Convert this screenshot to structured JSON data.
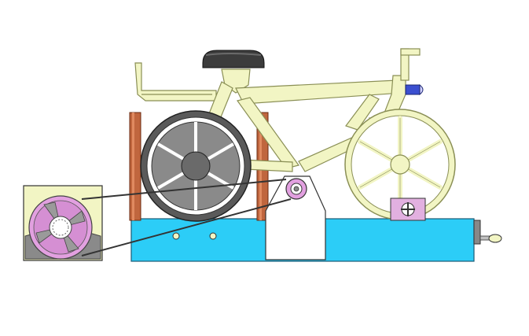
{
  "diagram": {
    "kind": "mechanical assembly drawing",
    "colors": {
      "frame": "#f2f5c4",
      "frame_stroke": "#8a8f55",
      "base": "#2ccdf7",
      "wheel_dark": "#5a5a5a",
      "wheel_light": "#9a9a9a",
      "post": "#c0663e",
      "bracket": "#e6e6e6",
      "pulley": "#e2a0e0",
      "seat": "#3c3c3c",
      "lamp": "#3b4fd0",
      "inset_bg": "#f2f5c4"
    },
    "components": [
      "detail-inset",
      "belt",
      "base-platform",
      "vertical-posts",
      "rear-wheel",
      "front-wheel",
      "bicycle-frame",
      "seat",
      "handlebar",
      "headlamp",
      "generator-bracket",
      "front-clamp",
      "crank-handle"
    ]
  }
}
